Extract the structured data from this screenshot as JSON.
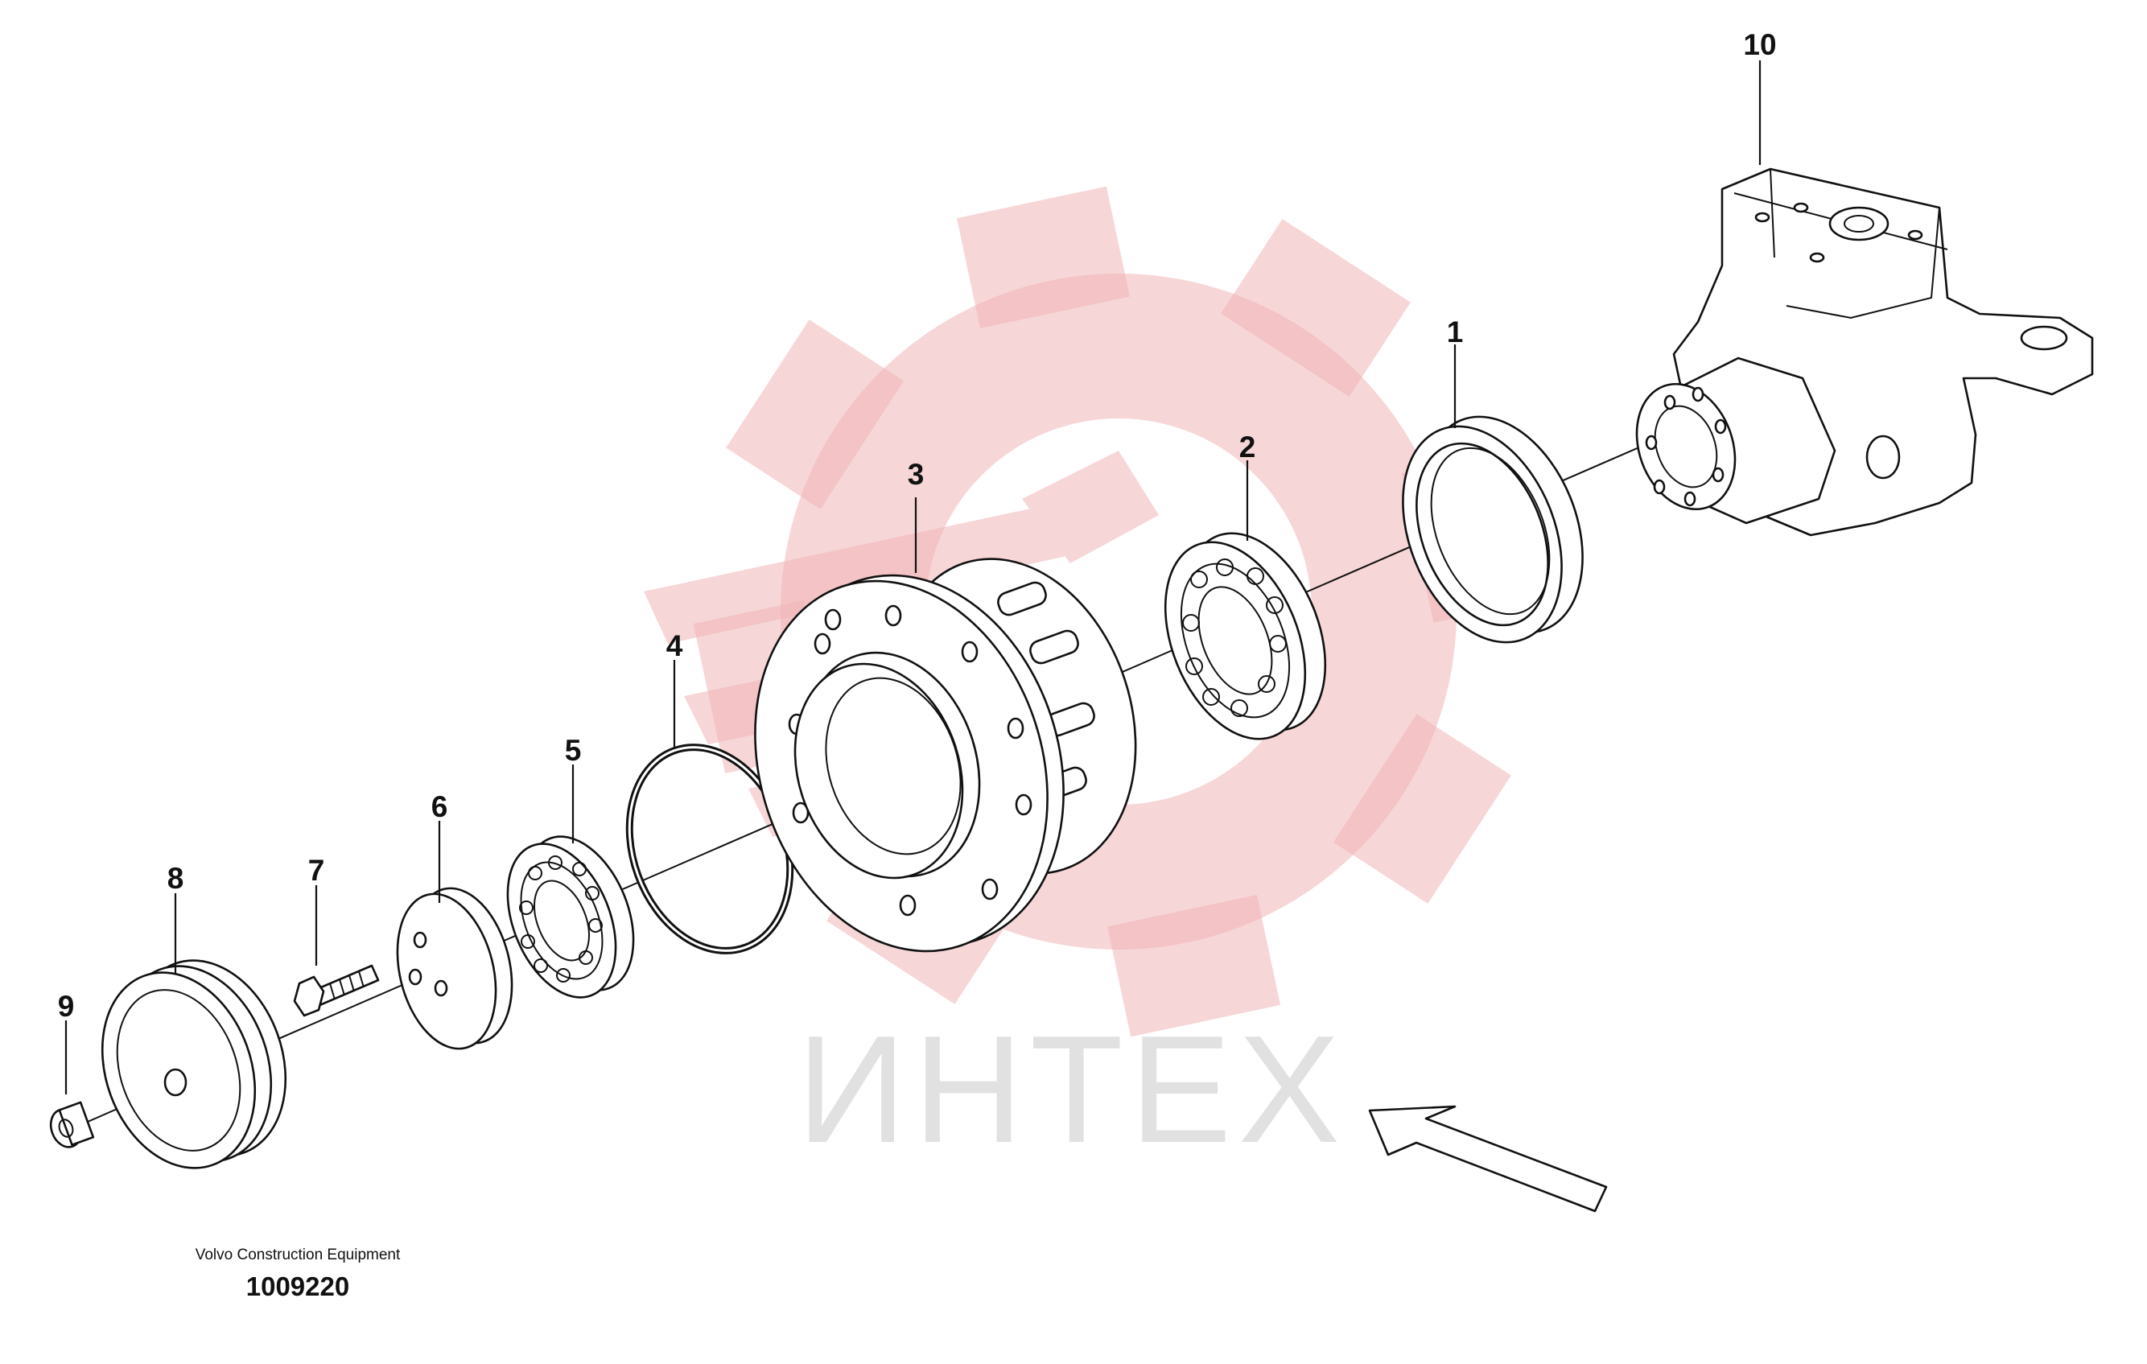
{
  "diagram": {
    "callouts": [
      {
        "id": "1",
        "label": "1"
      },
      {
        "id": "2",
        "label": "2"
      },
      {
        "id": "3",
        "label": "3"
      },
      {
        "id": "4",
        "label": "4"
      },
      {
        "id": "5",
        "label": "5"
      },
      {
        "id": "6",
        "label": "6"
      },
      {
        "id": "7",
        "label": "7"
      },
      {
        "id": "8",
        "label": "8"
      },
      {
        "id": "9",
        "label": "9"
      },
      {
        "id": "10",
        "label": "10"
      }
    ],
    "caption": {
      "company": "Volvo Construction Equipment",
      "drawing_number": "1009220"
    },
    "watermark": {
      "brand_text": "ИНТЕХ",
      "gear_color": "#f1b5b7",
      "text_color": "#c9c9c9"
    }
  }
}
